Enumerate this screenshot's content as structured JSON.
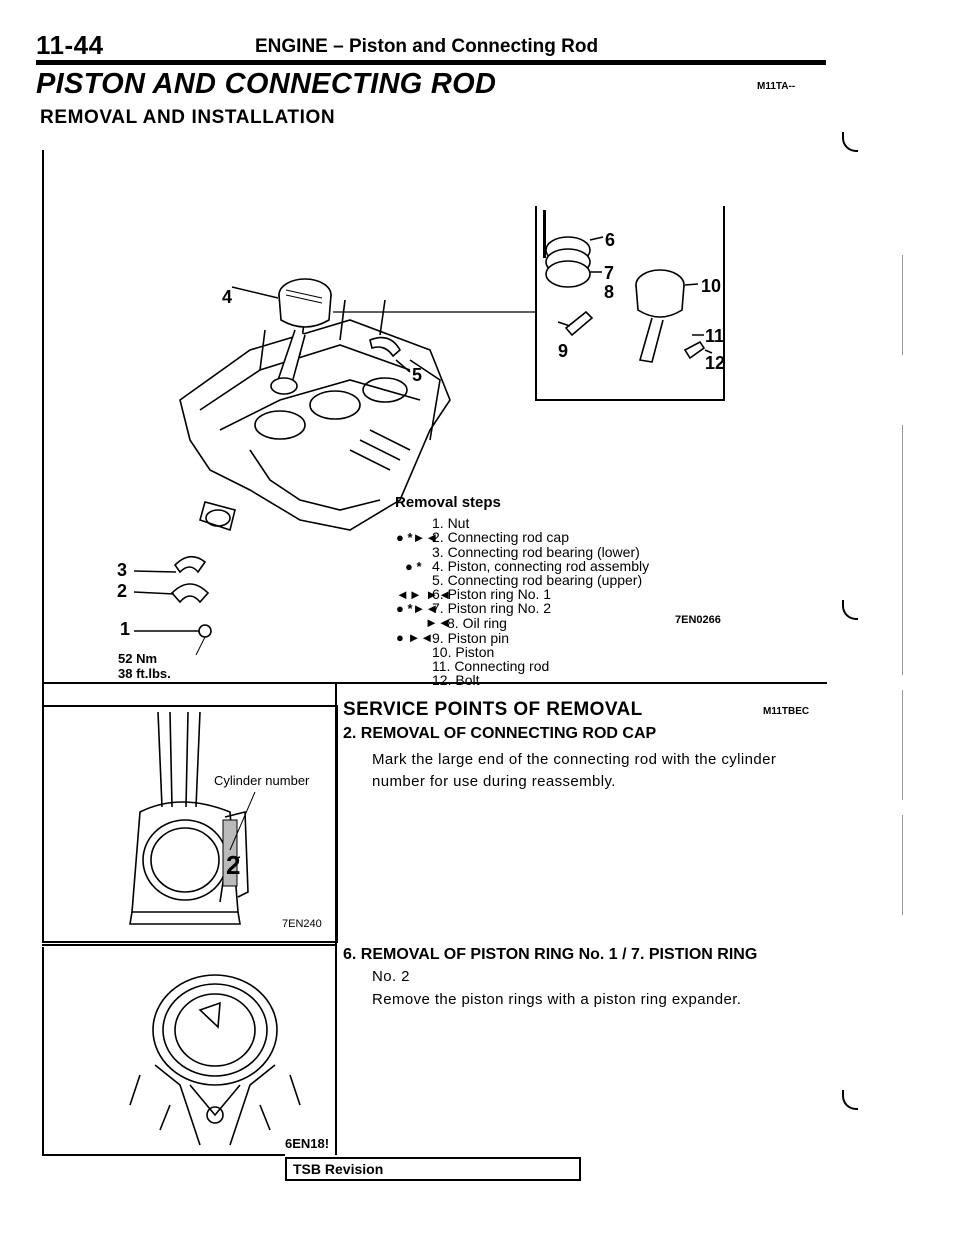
{
  "header": {
    "page_number": "11-44",
    "section": "ENGINE – Piston and Connecting Rod"
  },
  "title": "PISTON AND CONNECTING ROD",
  "title_code": "M11TA--",
  "subtitle": "REMOVAL AND INSTALLATION",
  "figure_main": {
    "callouts": [
      "1",
      "2",
      "3",
      "4",
      "5",
      "6",
      "7",
      "8",
      "9",
      "10",
      "11",
      "12"
    ],
    "torque": [
      "52 Nm",
      "38 ft.lbs."
    ],
    "code": "7EN0266"
  },
  "removal_steps": {
    "title": "Removal steps",
    "items": [
      {
        "mark": "",
        "text": "1. Nut"
      },
      {
        "mark": "● *►◄",
        "text": "2. Connecting rod cap"
      },
      {
        "mark": "",
        "text": "3. Connecting rod bearing (lower)"
      },
      {
        "mark": "● *",
        "text": "4. Piston, connecting rod assembly"
      },
      {
        "mark": "",
        "text": "5. Connecting rod bearing (upper)"
      },
      {
        "mark": "◄► ►◄",
        "text": "6. Piston ring No. 1"
      },
      {
        "mark": "● *►◄",
        "text": "7. Piston ring No. 2"
      },
      {
        "mark": "►◄",
        "text": "8. Oil ring"
      },
      {
        "mark": "● ►◄",
        "text": "9. Piston pin"
      },
      {
        "mark": "",
        "text": "10. Piston"
      },
      {
        "mark": "",
        "text": "11. Connecting rod"
      },
      {
        "mark": "",
        "text": "12. Bolt"
      }
    ]
  },
  "figure_rod": {
    "label": "Cylinder number",
    "code": "7EN240"
  },
  "figure_ring": {
    "code": "6EN18!"
  },
  "service": {
    "heading": "SERVICE POINTS OF REMOVAL",
    "code": "M11TBEC",
    "items": [
      {
        "heading": "2. REMOVAL OF CONNECTING ROD CAP",
        "text": "Mark the large end of the connecting rod with the cylinder number for use during reassembly."
      },
      {
        "heading": "6. REMOVAL OF PISTON RING No. 1 / 7. PISTION RING",
        "heading_cont": "No. 2",
        "text": "Remove the piston rings with a piston ring expander."
      }
    ]
  },
  "footer": {
    "tsb": "TSB Revision"
  }
}
